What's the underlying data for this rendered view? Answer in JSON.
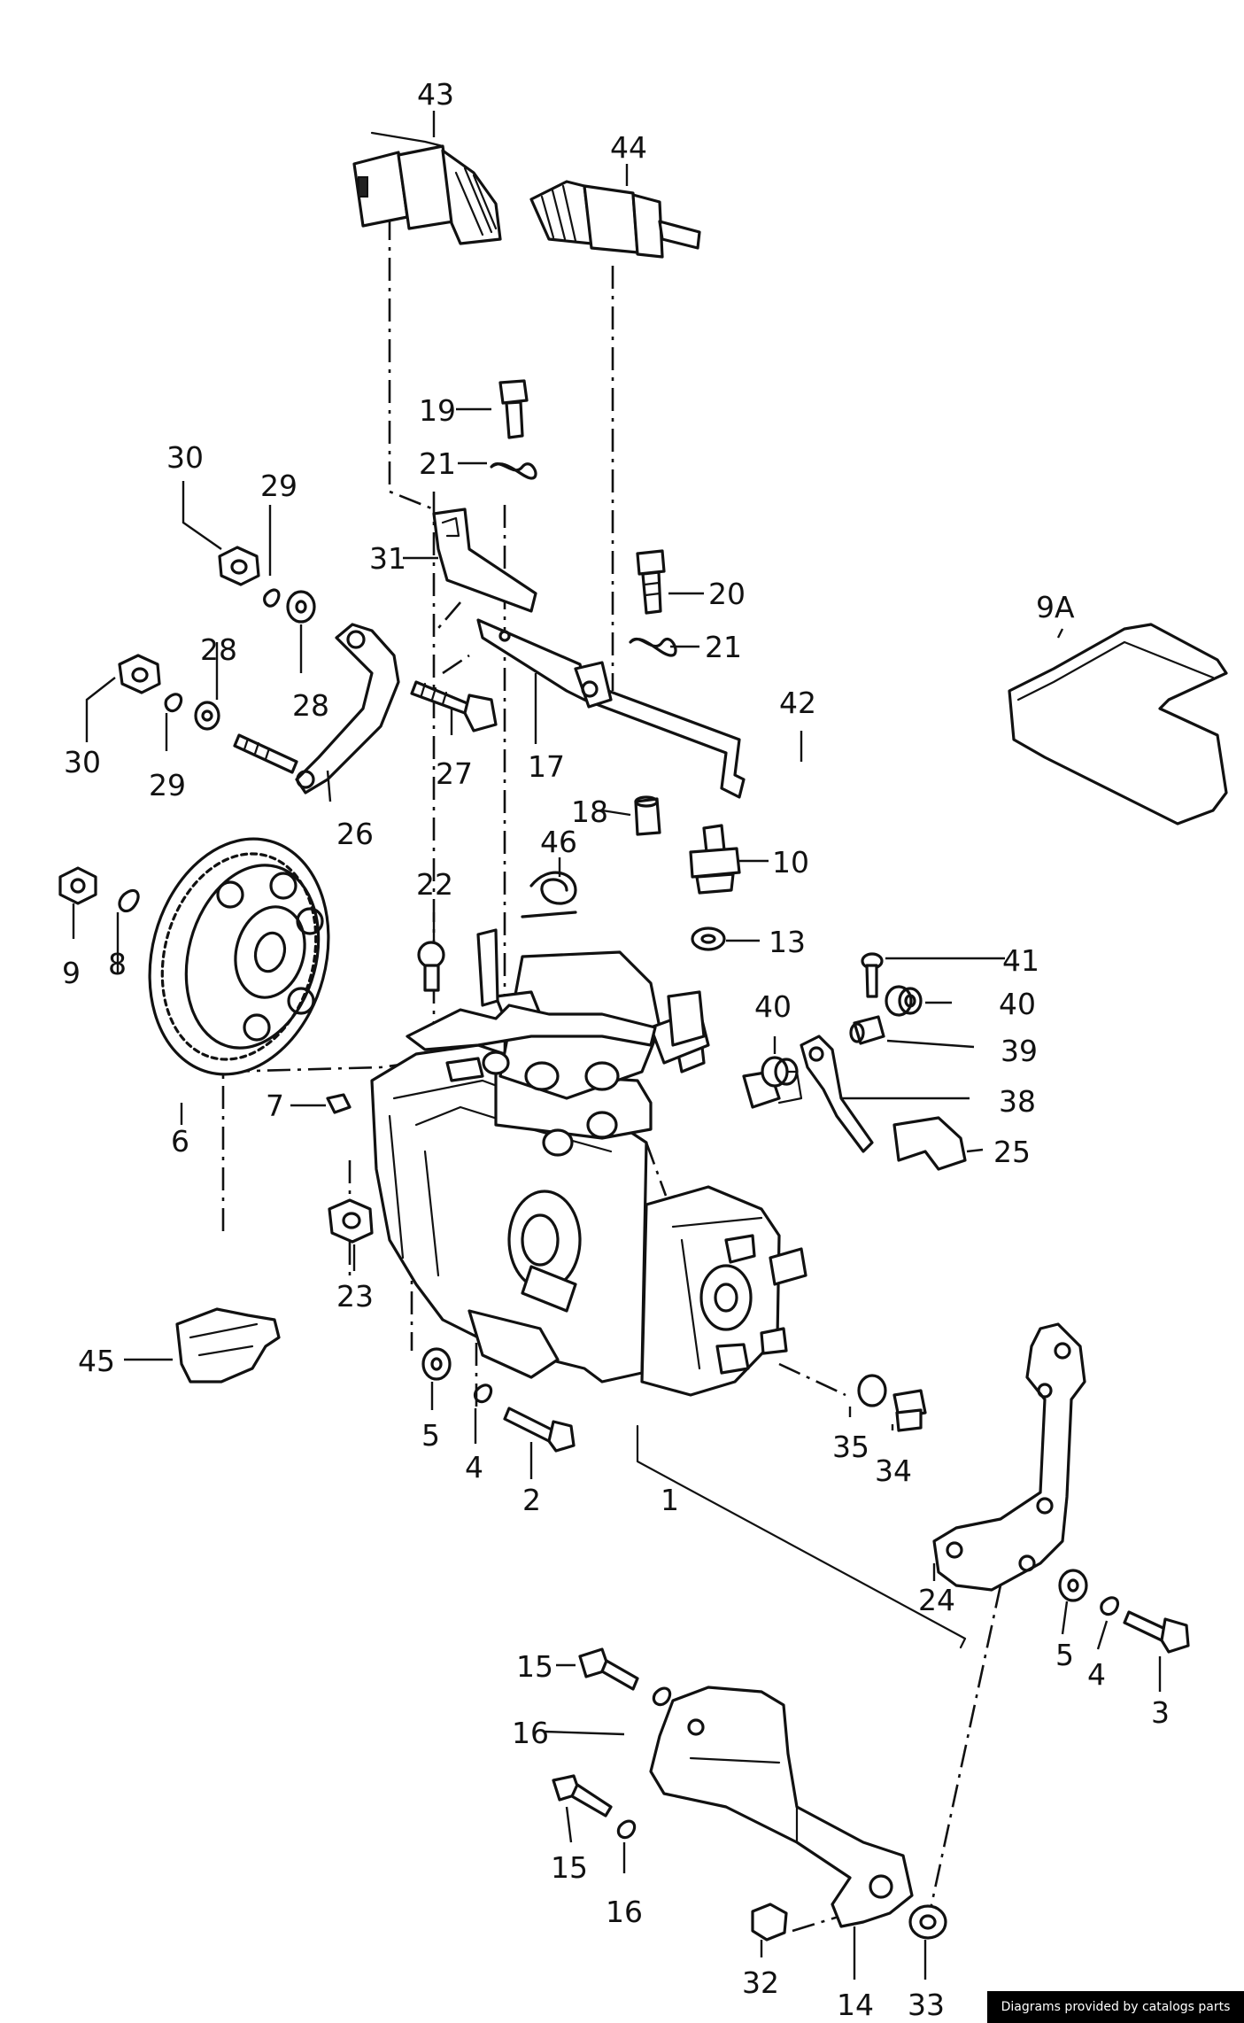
{
  "labels": {
    "p43": "43",
    "p44": "44",
    "p19": "19",
    "p21a": "21",
    "p30a": "30",
    "p29a": "29",
    "p31": "31",
    "p20": "20",
    "p21b": "21",
    "p9A": "9A",
    "p28a": "28",
    "p28b": "28",
    "p30b": "30",
    "p29b": "29",
    "p27": "27",
    "p17": "17",
    "p42": "42",
    "p26": "26",
    "p18": "18",
    "p10": "10",
    "p46": "46",
    "p22": "22",
    "p9": "9",
    "p8": "8",
    "p13": "13",
    "p41": "41",
    "p40a": "40",
    "p40b": "40",
    "p39": "39",
    "p38": "38",
    "p6": "6",
    "p7": "7",
    "p25": "25",
    "p23": "23",
    "p45": "45",
    "p5a": "5",
    "p4a": "4",
    "p2": "2",
    "p35": "35",
    "p34": "34",
    "p1": "1",
    "p24": "24",
    "p5b": "5",
    "p4b": "4",
    "p3": "3",
    "p15a": "15",
    "p16a": "16",
    "p15b": "15",
    "p16b": "16",
    "p32": "32",
    "p14": "14",
    "p33": "33"
  },
  "credit": "Diagrams provided by catalogs parts",
  "colors": {
    "ink": "#111111",
    "paper": "#ffffff",
    "credit_bg": "#000000",
    "credit_text": "#ffffff"
  }
}
